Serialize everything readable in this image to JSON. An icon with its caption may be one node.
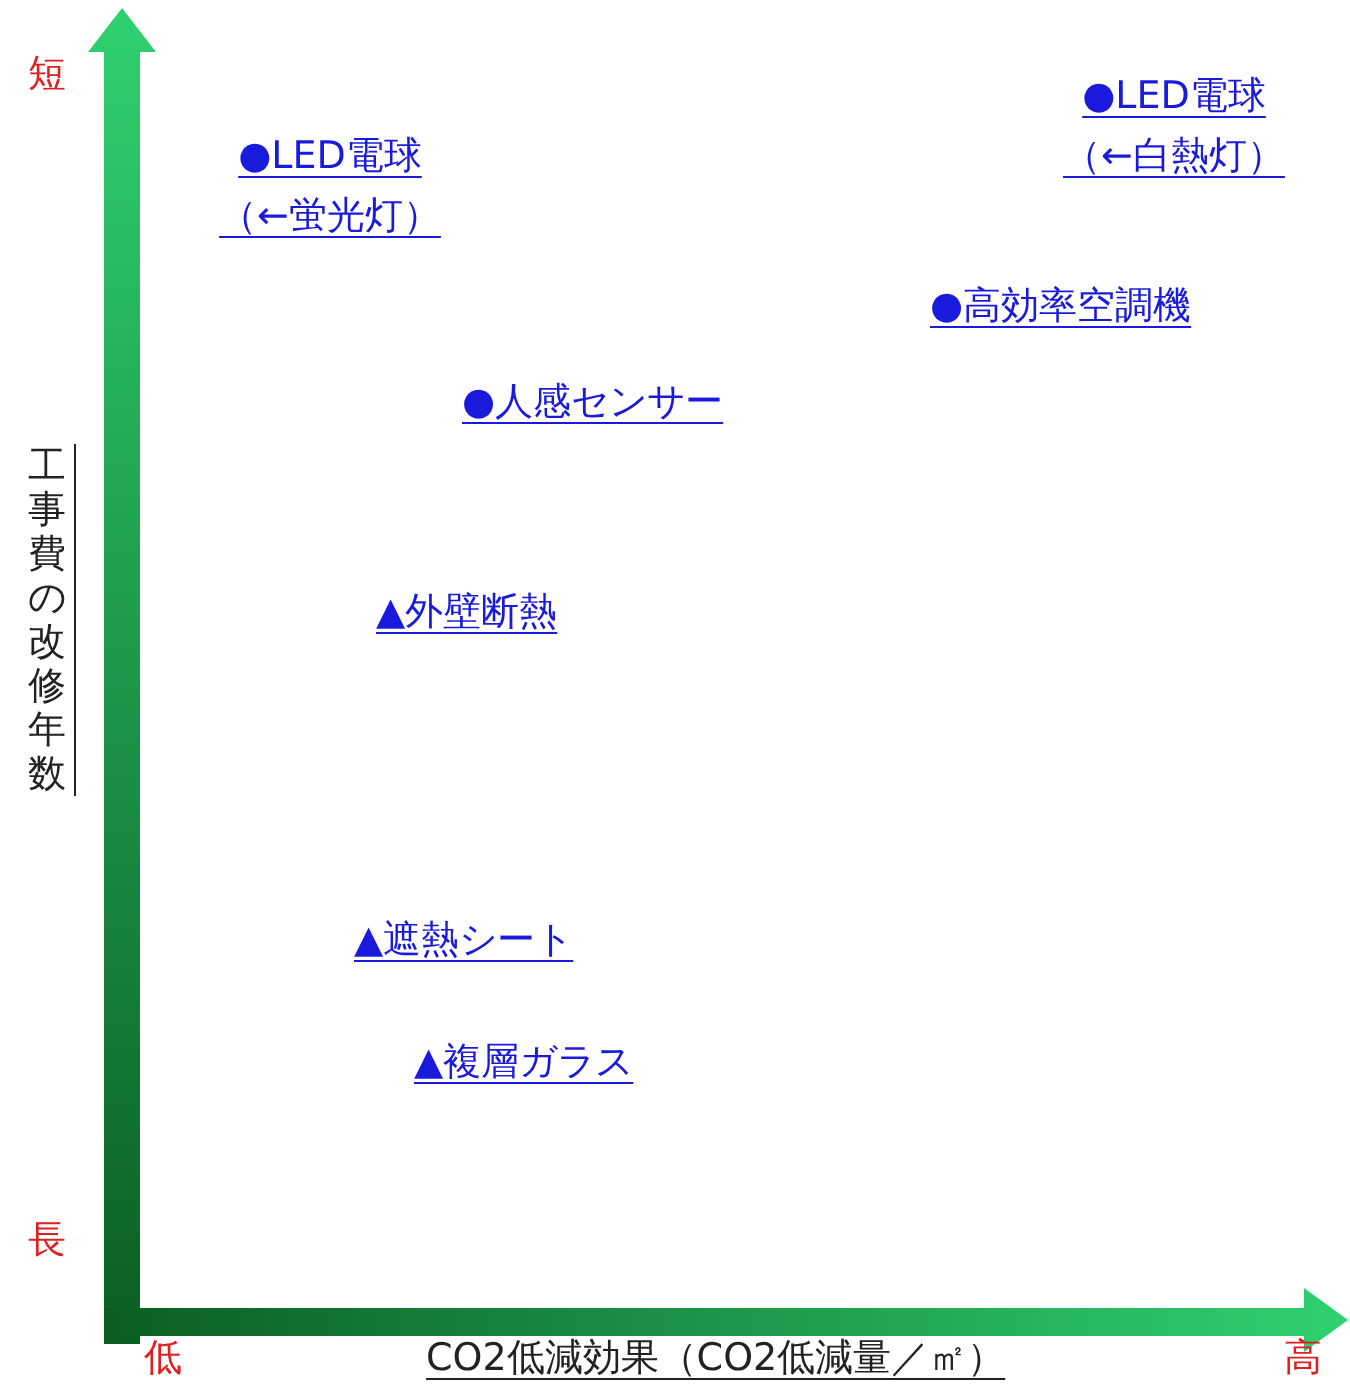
{
  "diagram": {
    "labels": [
      "短",
      "●LED電球（←白熱灯）",
      "●LED電球（←蛍光灯）",
      "●高効率空調機",
      "●人感センサー",
      "工事費の改修年数",
      "▲外壁断熱",
      "▲遮熱シート",
      "▲複層ガラス",
      "長",
      "低",
      "CO2低減効果（CO2低減量／㎡）",
      "高"
    ]
  }
}
